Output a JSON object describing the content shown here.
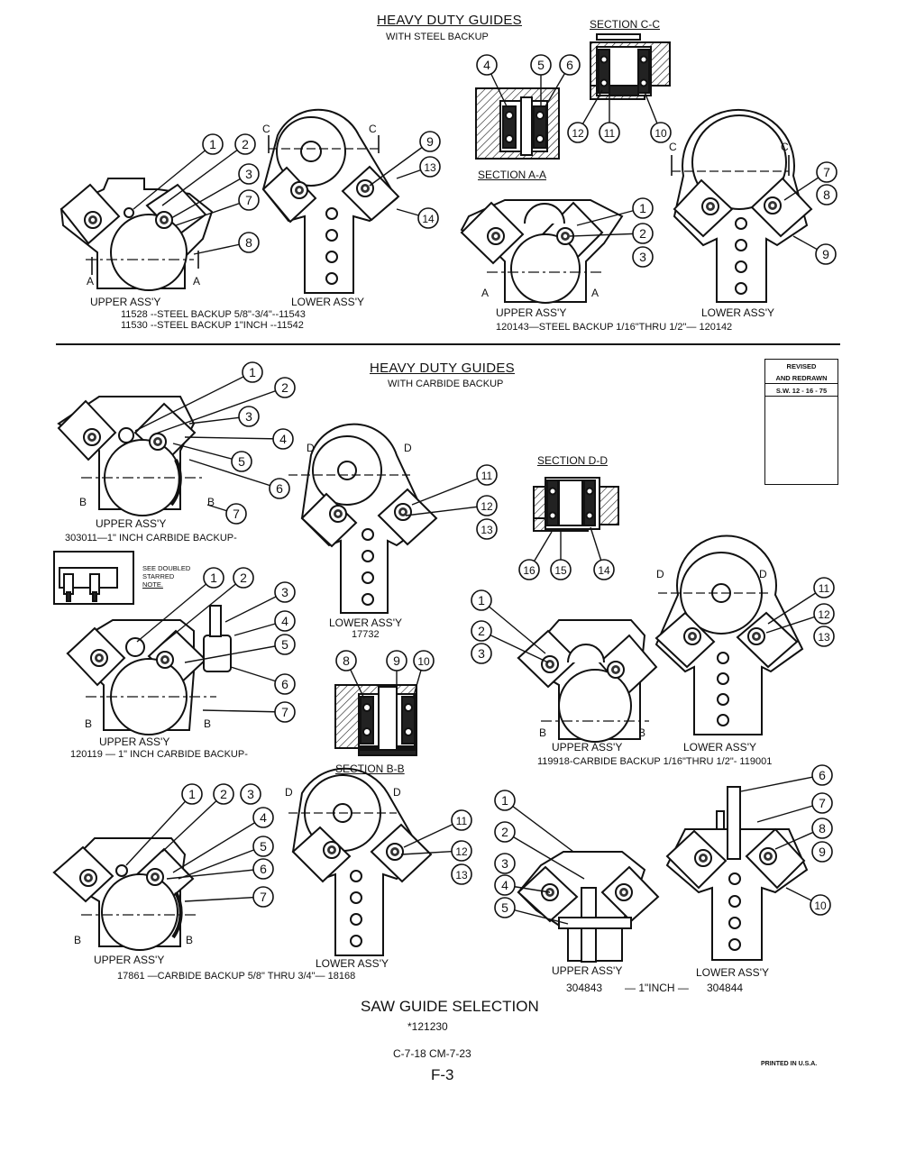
{
  "steel": {
    "heading": "HEAVY DUTY GUIDES",
    "subheading": "WITH STEEL BACKUP",
    "section_cc": "SECTION C-C",
    "section_aa": "SECTION A-A",
    "upper1": "UPPER ASS'Y",
    "lower1": "LOWER ASS'Y",
    "parts1_line1": "11528 --STEEL BACKUP 5/8\"-3/4\"--11543",
    "parts1_line2": "11530 --STEEL BACKUP 1\"INCH --11542",
    "upper2": "UPPER ASS'Y",
    "lower2": "LOWER ASS'Y",
    "parts2": "120143—STEEL BACKUP 1/16\"THRU 1/2\"— 120142"
  },
  "carbide": {
    "heading": "HEAVY DUTY GUIDES",
    "subheading": "WITH CARBIDE BACKUP",
    "upper_a": "UPPER ASS'Y",
    "parts_a": "303011—1\" INCH CARBIDE BACKUP-",
    "lower_a": "LOWER ASS'Y",
    "lower_a_no": "17732",
    "section_dd": "SECTION D-D",
    "note": [
      "SEE DOUBLED",
      "STARRED",
      "NOTE."
    ],
    "upper_b": "UPPER ASS'Y",
    "parts_b": "120119 — 1\" INCH CARBIDE BACKUP-",
    "section_bb": "SECTION B-B",
    "upper_c": "UPPER ASS'Y",
    "lower_c": "LOWER ASS'Y",
    "parts_c": "119918-CARBIDE BACKUP 1/16\"THRU 1/2\"- 119001",
    "upper_d": "UPPER ASS'Y",
    "lower_d": "LOWER ASS'Y",
    "parts_d": "17861 —CARBIDE BACKUP 5/8\" THRU 3/4\"— 18168",
    "upper_e": "UPPER ASS'Y",
    "lower_e": "LOWER ASS'Y",
    "parts_e_left": "304843",
    "parts_e_mid": "— 1\"INCH —",
    "parts_e_right": "304844"
  },
  "revised": {
    "line1": "REVISED",
    "line2": "AND REDRAWN",
    "date": "S.W. 12 - 16 - 75"
  },
  "footer": {
    "title": "SAW GUIDE SELECTION",
    "number": "*121230",
    "codes": "C-7-18 CM-7-23",
    "page": "F-3",
    "printed": "PRINTED IN U.S.A."
  },
  "section_letters": {
    "a": "A",
    "b": "B",
    "c": "C",
    "d": "D"
  },
  "callouts": {
    "g1_upper": [
      "1",
      "2",
      "3",
      "7",
      "8"
    ],
    "g1_lower": [
      "9",
      "13",
      "14"
    ],
    "g1_section": [
      "4",
      "5",
      "6",
      "12",
      "11",
      "10"
    ],
    "g2_upper": [
      "1",
      "2",
      "3"
    ],
    "g2_lower": [
      "7",
      "8",
      "9"
    ],
    "g3_upper": [
      "1",
      "2",
      "3",
      "4",
      "5",
      "6",
      "7"
    ],
    "g3_lower": [
      "11",
      "12",
      "13"
    ],
    "g3_section": [
      "16",
      "15",
      "14"
    ],
    "g4_upper": [
      "1",
      "2",
      "3",
      "4",
      "5",
      "6",
      "7"
    ],
    "g4_section": [
      "8",
      "9",
      "10"
    ],
    "g5_upper": [
      "1",
      "2",
      "3"
    ],
    "g5_lower": [
      "11",
      "12",
      "13"
    ],
    "g6_upper": [
      "1",
      "2",
      "3",
      "4",
      "5",
      "6",
      "7"
    ],
    "g6_lower": [
      "11",
      "12",
      "13"
    ],
    "g7_upper": [
      "1",
      "2",
      "3",
      "4",
      "5"
    ],
    "g7_lower": [
      "6",
      "7",
      "8",
      "9",
      "10"
    ]
  }
}
